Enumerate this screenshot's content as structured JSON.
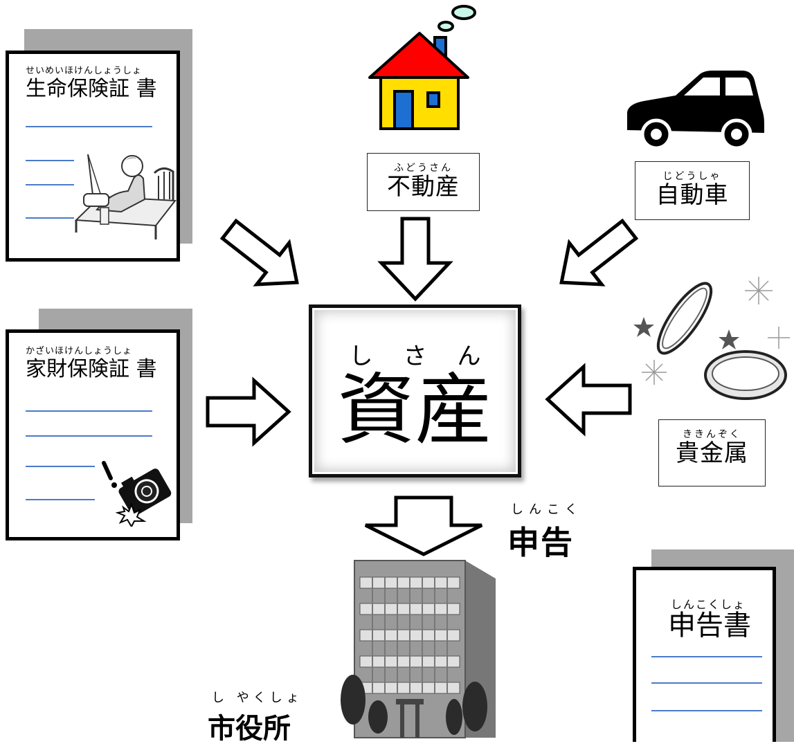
{
  "center": {
    "ruby": "しさん",
    "title": "資産"
  },
  "documents": {
    "life_insurance": {
      "ruby": "せいめいほけんしょうしょ",
      "title": "生命保険証 書"
    },
    "home_insurance": {
      "ruby": "かざいほけんしょうしょ",
      "title": "家財保険証 書"
    },
    "declaration_form": {
      "ruby": "しんこくしょ",
      "title": "申告書"
    }
  },
  "assets": {
    "real_estate": {
      "ruby": "ふどうさん",
      "label": "不動産"
    },
    "car": {
      "ruby": "じどうしゃ",
      "label": "自動車"
    },
    "precious_metals": {
      "ruby": "ききんぞく",
      "label": "貴金属"
    }
  },
  "declaration": {
    "ruby": "しんこく",
    "label": "申告"
  },
  "city_hall": {
    "ruby": "し やくしょ",
    "label": "市役所"
  },
  "colors": {
    "house_roof": "#ff0000",
    "house_wall": "#ffde00",
    "house_window": "#1d6fd1",
    "document_line": "#4a7ac8",
    "shadow": "#a6a6a6"
  }
}
